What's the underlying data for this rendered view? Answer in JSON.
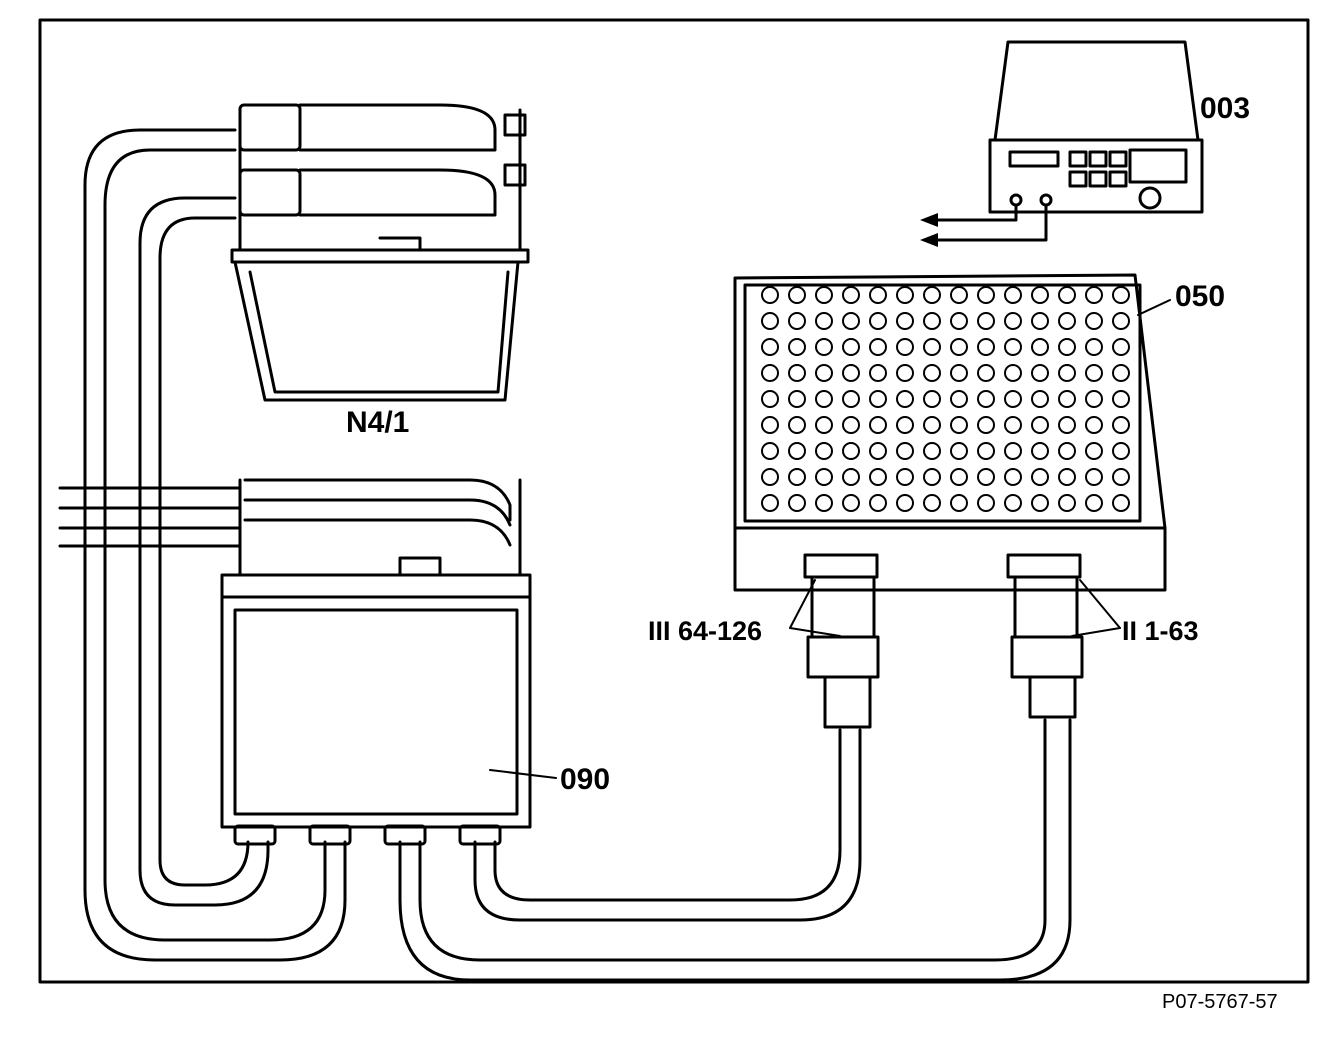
{
  "labels": {
    "power_supply": "003",
    "test_box": "050",
    "adapter_box": "090",
    "control_unit": "N4/1",
    "connector_iii": "III 64-126",
    "connector_ii": "II 1-63"
  },
  "figure_number": "P07-5767-57"
}
